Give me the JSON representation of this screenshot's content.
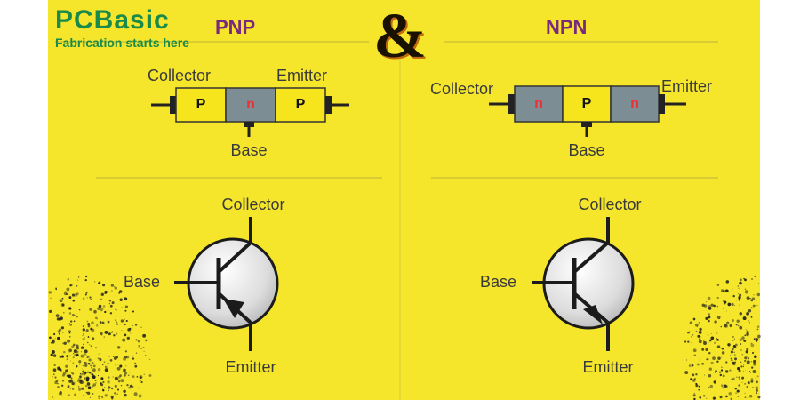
{
  "brand": {
    "logo": "PCBasic",
    "tagline": "Fabrication starts here",
    "color": "#1a8a4a"
  },
  "ampersand": "&",
  "colors": {
    "background": "#f5e62c",
    "heading": "#7a2a7c",
    "segment_yellow": "#f6e41c",
    "segment_gray": "#7d8d94",
    "n_letter": "#e8313a",
    "p_letter": "#111111"
  },
  "pnp": {
    "heading": "PNP",
    "block": {
      "collector_label": "Collector",
      "emitter_label": "Emitter",
      "base_label": "Base",
      "segments": [
        "P",
        "n",
        "P"
      ]
    },
    "symbol": {
      "collector_label": "Collector",
      "base_label": "Base",
      "emitter_label": "Emitter",
      "arrow_direction": "inward"
    }
  },
  "npn": {
    "heading": "NPN",
    "block": {
      "collector_label": "Collector",
      "emitter_label": "Emitter",
      "base_label": "Base",
      "segments": [
        "n",
        "P",
        "n"
      ]
    },
    "symbol": {
      "collector_label": "Collector",
      "base_label": "Base",
      "emitter_label": "Emitter",
      "arrow_direction": "outward"
    }
  }
}
